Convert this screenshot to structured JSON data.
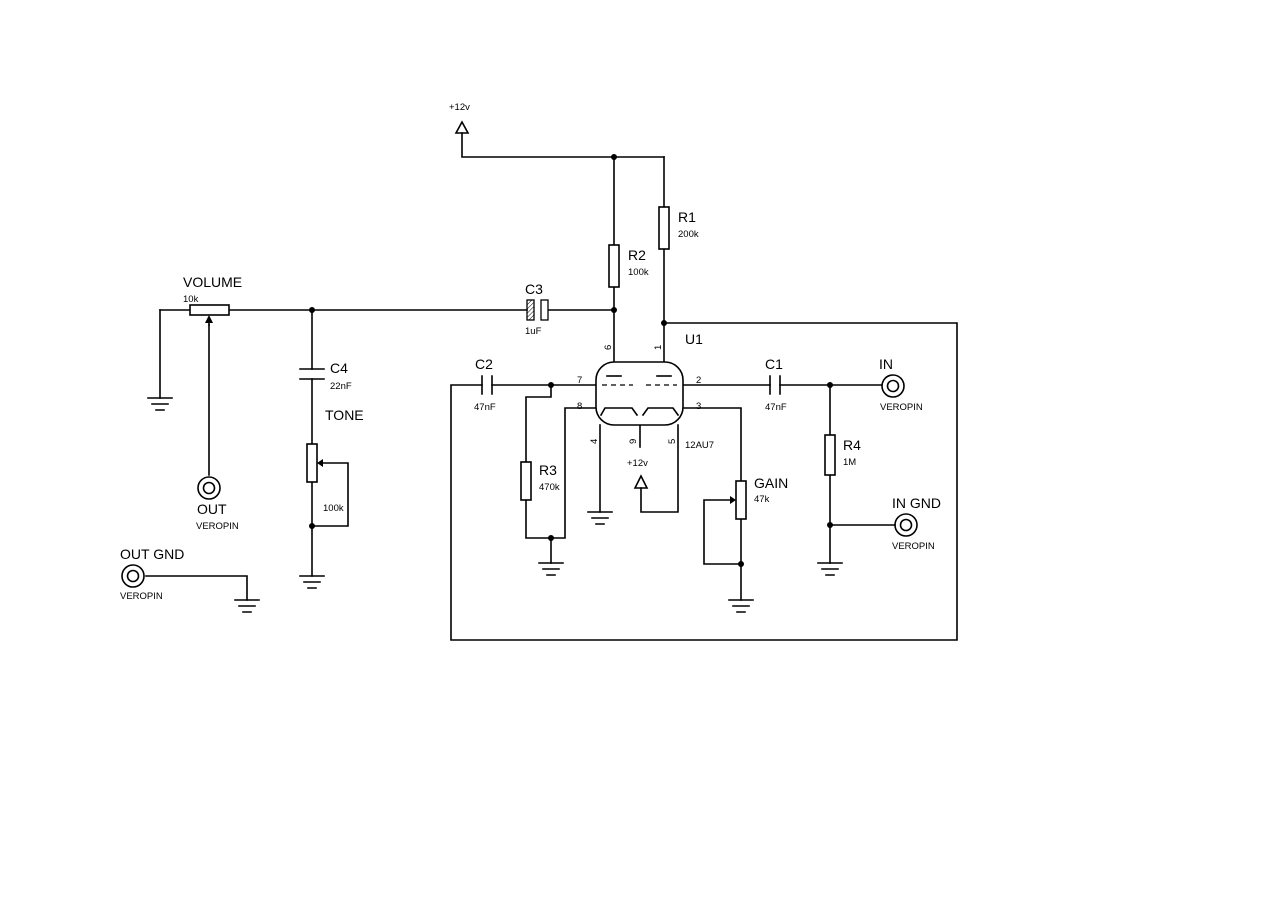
{
  "components": {
    "supply_top": {
      "label": "+12v"
    },
    "supply_tube": {
      "label": "+12v"
    },
    "R1": {
      "ref": "R1",
      "value": "200k"
    },
    "R2": {
      "ref": "R2",
      "value": "100k"
    },
    "R3": {
      "ref": "R3",
      "value": "470k"
    },
    "R4": {
      "ref": "R4",
      "value": "1M"
    },
    "C1": {
      "ref": "C1",
      "value": "47nF"
    },
    "C2": {
      "ref": "C2",
      "value": "47nF"
    },
    "C3": {
      "ref": "C3",
      "value": "1uF"
    },
    "C4": {
      "ref": "C4",
      "value": "22nF"
    },
    "U1": {
      "ref": "U1",
      "value": "12AU7",
      "pins": [
        "6",
        "1",
        "7",
        "2",
        "8",
        "3",
        "4",
        "9",
        "5"
      ]
    },
    "VOLUME": {
      "ref": "VOLUME",
      "value": "10k"
    },
    "TONE": {
      "ref": "TONE",
      "value": "100k"
    },
    "GAIN": {
      "ref": "GAIN",
      "value": "47k"
    },
    "IN": {
      "ref": "IN",
      "value": "VEROPIN"
    },
    "IN_GND": {
      "ref": "IN GND",
      "value": "VEROPIN"
    },
    "OUT": {
      "ref": "OUT",
      "value": "VEROPIN"
    },
    "OUT_GND": {
      "ref": "OUT GND",
      "value": "VEROPIN"
    }
  }
}
